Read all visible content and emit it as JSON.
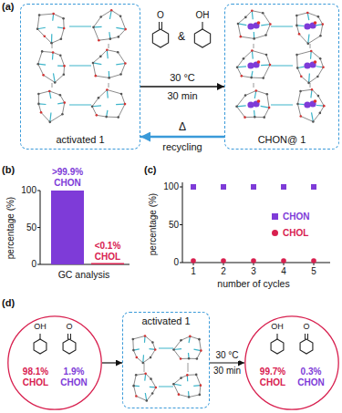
{
  "diagram": {
    "nodes": [
      {
        "text": [
          "activated 1"
        ]
      },
      {
        "text": [
          "CHON@ 1"
        ]
      },
      {
        "text": [
          "98.1%",
          "CHOL",
          "1.9%",
          "CHON"
        ]
      },
      {
        "text": [
          "activated 1"
        ]
      },
      {
        "text": [
          "99.7%",
          "CHOL",
          "0.3%",
          "CHON"
        ]
      }
    ],
    "edges": [
      {
        "from": 0,
        "to": 1,
        "arrow": "to",
        "label": "30 °C"
      },
      {
        "from": 1,
        "to": 0,
        "arrow": "to",
        "label": "recycling"
      },
      {
        "from": 2,
        "to": 3,
        "arrow": "to"
      },
      {
        "from": 3,
        "to": 4,
        "arrow": "to",
        "label": "30 °C"
      }
    ],
    "labels": [
      "(a)",
      "O",
      "&",
      "OH",
      "30 min",
      "Δ",
      "(b)",
      ">99.9%",
      "CHON",
      "<0.1%",
      "CHOL",
      "100",
      "50",
      "0",
      "percentage (%)",
      "GC analysis",
      "(c)",
      "100",
      "50",
      "0",
      "percentage (%)",
      "1",
      "2",
      "3",
      "4",
      "5",
      "number of cycles",
      "(d)",
      "OH",
      "O",
      "OH",
      "O",
      "30 min"
    ],
    "legend": [
      {
        "text": "CHON",
        "color": "#7e3bd8"
      },
      {
        "text": "CHOL",
        "color": "#d8204f"
      }
    ]
  }
}
